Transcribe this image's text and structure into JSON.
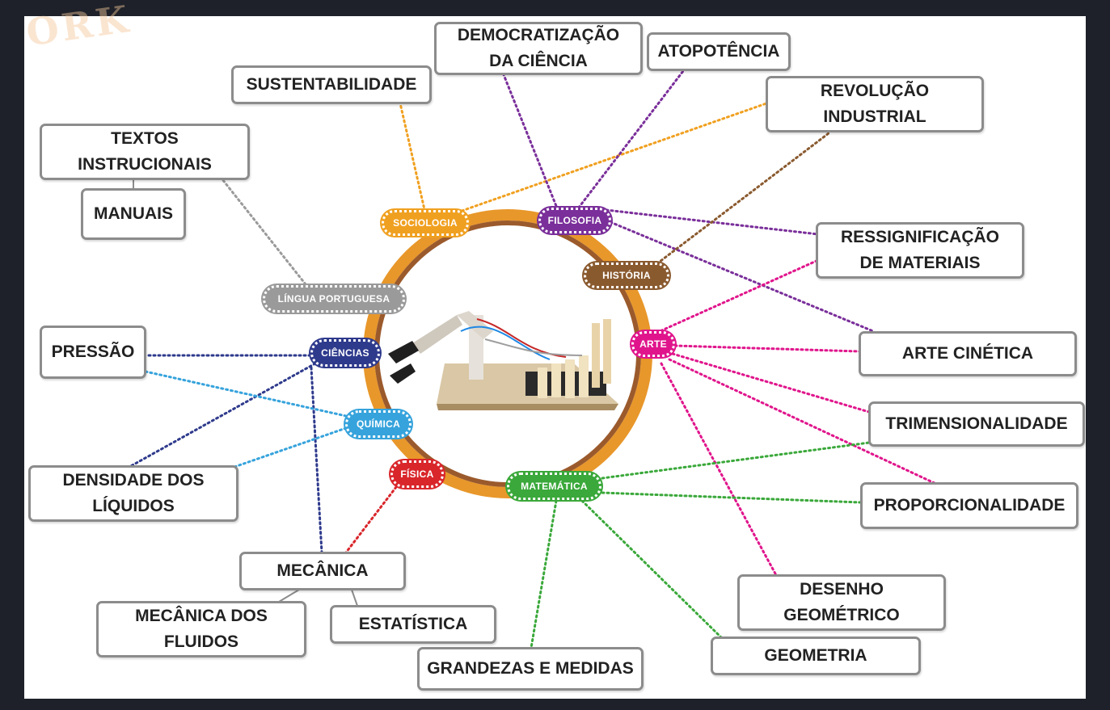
{
  "decoration_text": "ORK",
  "center_image": "robotic-arm-photo",
  "ring_colors": {
    "outer": "#e8972a",
    "inner": "#9b5a2c"
  },
  "subjects": {
    "sociologia": {
      "label": "SOCIOLOGIA",
      "color": "#f0a020"
    },
    "filosofia": {
      "label": "FILOSOFIA",
      "color": "#7a2f9a"
    },
    "historia": {
      "label": "HISTÓRIA",
      "color": "#8a5a2f"
    },
    "lingua_portuguesa": {
      "label": "LÍNGUA PORTUGUESA",
      "color": "#9a9a9a"
    },
    "ciencias": {
      "label": "CIÊNCIAS",
      "color": "#2e3a8c"
    },
    "quimica": {
      "label": "QUÍMICA",
      "color": "#36a3dc"
    },
    "fisica": {
      "label": "FÍSICA",
      "color": "#d9262b"
    },
    "matematica": {
      "label": "MATEMÁTICA",
      "color": "#3aa83a"
    },
    "arte": {
      "label": "ARTE",
      "color": "#e0158c"
    }
  },
  "topics": {
    "democratizacao": "DEMOCRATIZAÇÃO\nDA CIÊNCIA",
    "atopotencia": "ATOPOTÊNCIA",
    "sustentabilidade": "SUSTENTABILIDADE",
    "revolucao": "REVOLUÇÃO\nINDUSTRIAL",
    "textos": "TEXTOS\nINSTRUCIONAIS",
    "manuais": "MANUAIS",
    "ressignificacao": "RESSIGNIFICAÇÃO\nDE MATERIAIS",
    "pressao": "PRESSÃO",
    "arte_cinetica": "ARTE CINÉTICA",
    "trimensionalidade": "TRIMENSIONALIDADE",
    "densidade": "DENSIDADE DOS\nLÍQUIDOS",
    "proporcionalidade": "PROPORCIONALIDADE",
    "mecanica": "MECÂNICA",
    "desenho": "DESENHO\nGEOMÉTRICO",
    "mecanica_fluidos": "MECÂNICA DOS\nFLUIDOS",
    "estatistica": "ESTATÍSTICA",
    "geometria": "GEOMETRIA",
    "grandezas": "GRANDEZAS E MEDIDAS"
  }
}
